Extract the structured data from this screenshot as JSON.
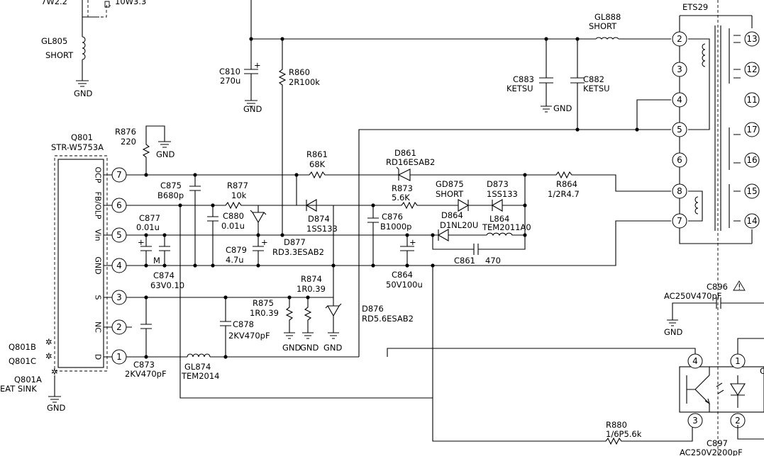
{
  "labels": {
    "top_frag": "7W2.2",
    "top_frag2": "10W3.3",
    "gl805": "GL805",
    "gl805_val": "SHORT",
    "gnd": "GND",
    "c810": "C810",
    "c810_val": "270u",
    "r860": "R860",
    "r860_val": "2R100k",
    "gl888": "GL888",
    "gl888_val": "SHORT",
    "ets29": "ETS29",
    "c883": "C883",
    "c883_val": "KETSU",
    "c882": "C882",
    "c882_val": "KETSU",
    "q801": "Q801",
    "q801_val": "STR-W5753A",
    "r876": "R876",
    "r876_val": "220",
    "r861": "R861",
    "r861_val": "68K",
    "d861": "D861",
    "d861_val": "RD16ESAB2",
    "c875": "C875",
    "c875_val": "B680p",
    "r877": "R877",
    "r877_val": "10k",
    "r873": "R873",
    "r873_val": "5.6K",
    "gd875": "GD875",
    "gd875_val": "SHORT",
    "d873": "D873",
    "d873_val": "1SS133",
    "r864": "R864",
    "r864_val": "1/2R4.7",
    "c877": "C877",
    "c877_val": "0.01u",
    "c880": "C880",
    "c880_val": "0.01u",
    "d874": "D874",
    "d874_val": "1SS133",
    "c876": "C876",
    "c876_val": "B1000p",
    "d864": "D864",
    "d864_val": "D1NL20U",
    "l864": "L864",
    "l864_val": "TEM2011A0",
    "d877": "D877",
    "d877_val": "RD3.3ESAB2",
    "c879": "C879",
    "c879_val": "4.7u",
    "c861": "C861",
    "c861_val": "470",
    "c874": "C874",
    "c874_val": "63V0.10",
    "c864": "C864",
    "c864_val": "50V100u",
    "r874": "R874",
    "r874_val": "1R0.39",
    "r875": "R875",
    "r875_val": "1R0.39",
    "c896": "C896",
    "c896_val": "AC250V470pF",
    "d876": "D876",
    "d876_val": "RD5.6ESAB2",
    "c878": "C878",
    "c878_val": "2KV470pF",
    "q801b": "Q801B",
    "q801c": "Q801C",
    "q801a": "Q801A",
    "heat_sink": "EAT SINK",
    "c873": "C873",
    "c873_val": "2KV470pF",
    "gl874": "GL874",
    "gl874_val": "TEM2014",
    "r880": "R880",
    "r880_val": "1/6P5.6k",
    "c897": "C897",
    "c897_val": "AC250V2200pF",
    "m": "M"
  },
  "ic_pins": [
    {
      "num": "7",
      "name": "OCP"
    },
    {
      "num": "6",
      "name": "FB/OLP"
    },
    {
      "num": "5",
      "name": "Vin"
    },
    {
      "num": "4",
      "name": "GND"
    },
    {
      "num": "3",
      "name": "S"
    },
    {
      "num": "2",
      "name": "NC"
    },
    {
      "num": "1",
      "name": "D"
    }
  ],
  "transformer_pins_left": [
    "2",
    "3",
    "4",
    "5",
    "6",
    "8",
    "7"
  ],
  "transformer_pins_right": [
    "13",
    "12",
    "11",
    "17",
    "16",
    "15",
    "14"
  ],
  "opto_pins": [
    "4",
    "1",
    "3",
    "2"
  ]
}
